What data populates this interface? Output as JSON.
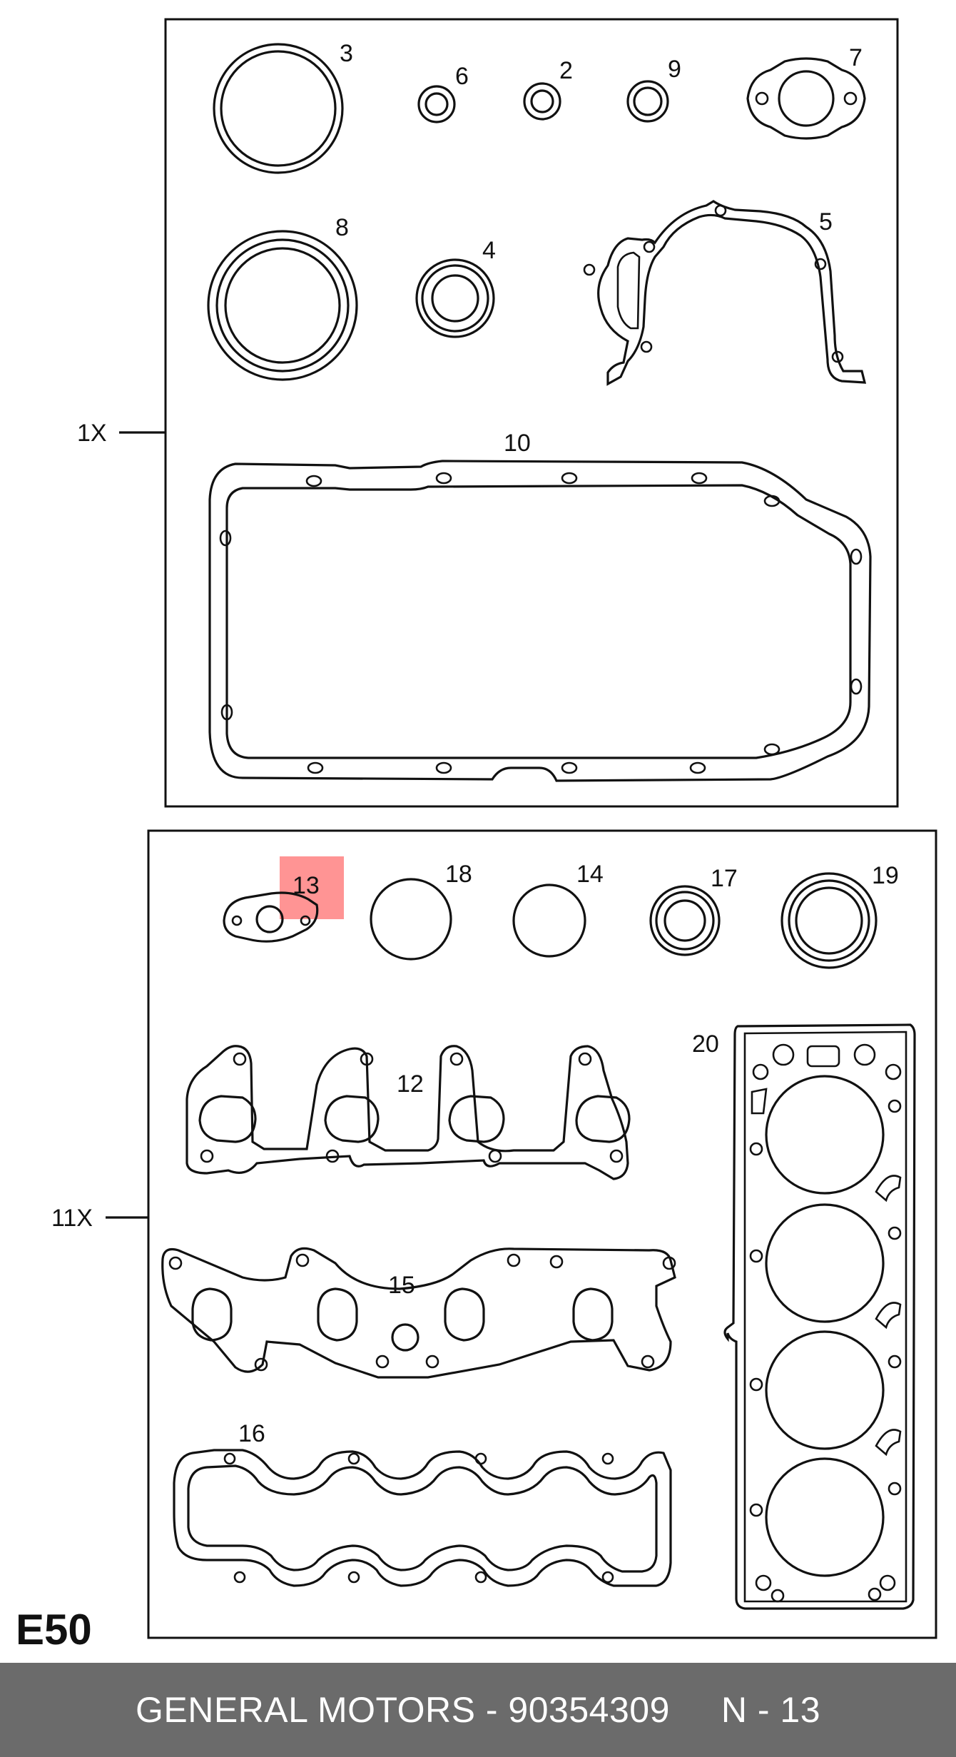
{
  "diagram": {
    "set_labels": {
      "upper": "1X",
      "lower": "11X"
    },
    "page_code": "E50",
    "highlight_color": "#ff6b6b",
    "parts": {
      "p2": "2",
      "p3": "3",
      "p4": "4",
      "p5": "5",
      "p6": "6",
      "p7": "7",
      "p8": "8",
      "p9": "9",
      "p10": "10",
      "p12": "12",
      "p13": "13",
      "p14": "14",
      "p15": "15",
      "p16": "16",
      "p17": "17",
      "p18": "18",
      "p19": "19",
      "p20": "20"
    },
    "highlighted_part": "13"
  },
  "footer": {
    "text": "GENERAL MOTORS - 90354309     N - 13",
    "background": "#6b6b6b"
  }
}
